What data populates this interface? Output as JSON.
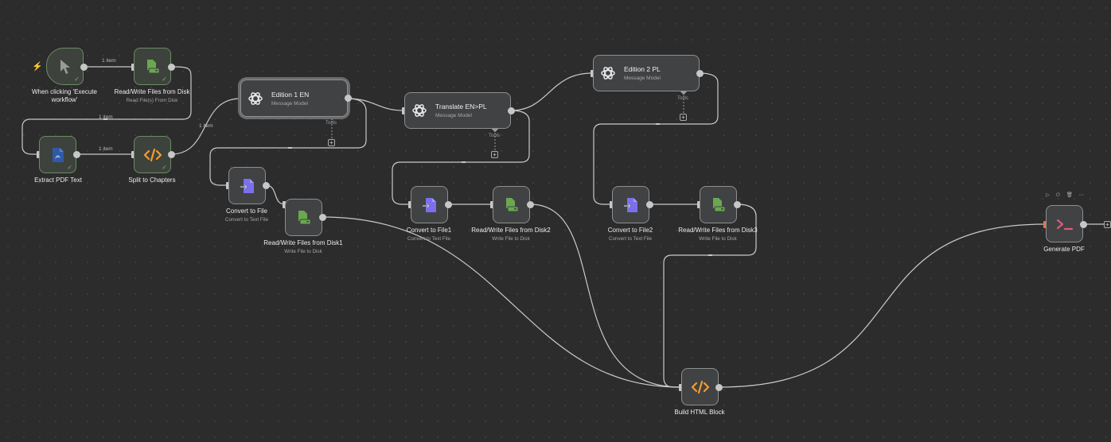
{
  "colors": {
    "canvas": "#2b2c2b",
    "wire": "#c9c9c9",
    "success_border": "#6d8a63",
    "file_icon": "#6aa84f",
    "code_icon": "#f59c2c",
    "convert_icon": "#7b6ff0",
    "terminal_icon": "#e05a7a",
    "trigger_bolt": "#ea6b4a"
  },
  "nodes": {
    "trigger": {
      "title": "When clicking 'Execute workflow'",
      "icon": "cursor-icon"
    },
    "read_files": {
      "title": "Read/Write Files from Disk",
      "subtitle": "Read File(s) From Disk",
      "icon": "file-stack-icon"
    },
    "extract_pdf": {
      "title": "Extract PDF Text",
      "icon": "pdf-icon"
    },
    "split_chapters": {
      "title": "Split to Chapters",
      "icon": "code-icon"
    },
    "edition1": {
      "title": "Edition 1 EN",
      "subtitle": "Message Model",
      "tools": "Tools",
      "icon": "openai-icon"
    },
    "translate": {
      "title": "Translate EN>PL",
      "subtitle": "Message Model",
      "tools": "Tools",
      "icon": "openai-icon"
    },
    "edition2": {
      "title": "Edition 2 PL",
      "subtitle": "Message Model",
      "tools": "Tools",
      "icon": "openai-icon"
    },
    "convert": {
      "title": "Convert to File",
      "subtitle": "Convert to Text File",
      "icon": "convert-file-icon"
    },
    "write1": {
      "title": "Read/Write Files from Disk1",
      "subtitle": "Write File to Disk",
      "icon": "file-stack-icon"
    },
    "convert1": {
      "title": "Convert to File1",
      "subtitle": "Convert to Text File",
      "icon": "convert-file-icon"
    },
    "write2": {
      "title": "Read/Write Files from Disk2",
      "subtitle": "Write File to Disk",
      "icon": "file-stack-icon"
    },
    "convert2": {
      "title": "Convert to File2",
      "subtitle": "Convert to Text File",
      "icon": "convert-file-icon"
    },
    "write3": {
      "title": "Read/Write Files from Disk3",
      "subtitle": "Write File to Disk",
      "icon": "file-stack-icon"
    },
    "build_html": {
      "title": "Build HTML Block",
      "icon": "code-icon"
    },
    "generate_pdf": {
      "title": "Generate PDF",
      "icon": "terminal-icon"
    }
  },
  "edge_labels": {
    "trigger_read": "1 item",
    "read_extract": "1 item",
    "extract_split": "1 item",
    "split_edition": "1 item"
  },
  "hover_toolbar": "▷ ⏻ 🗑 ⋯"
}
